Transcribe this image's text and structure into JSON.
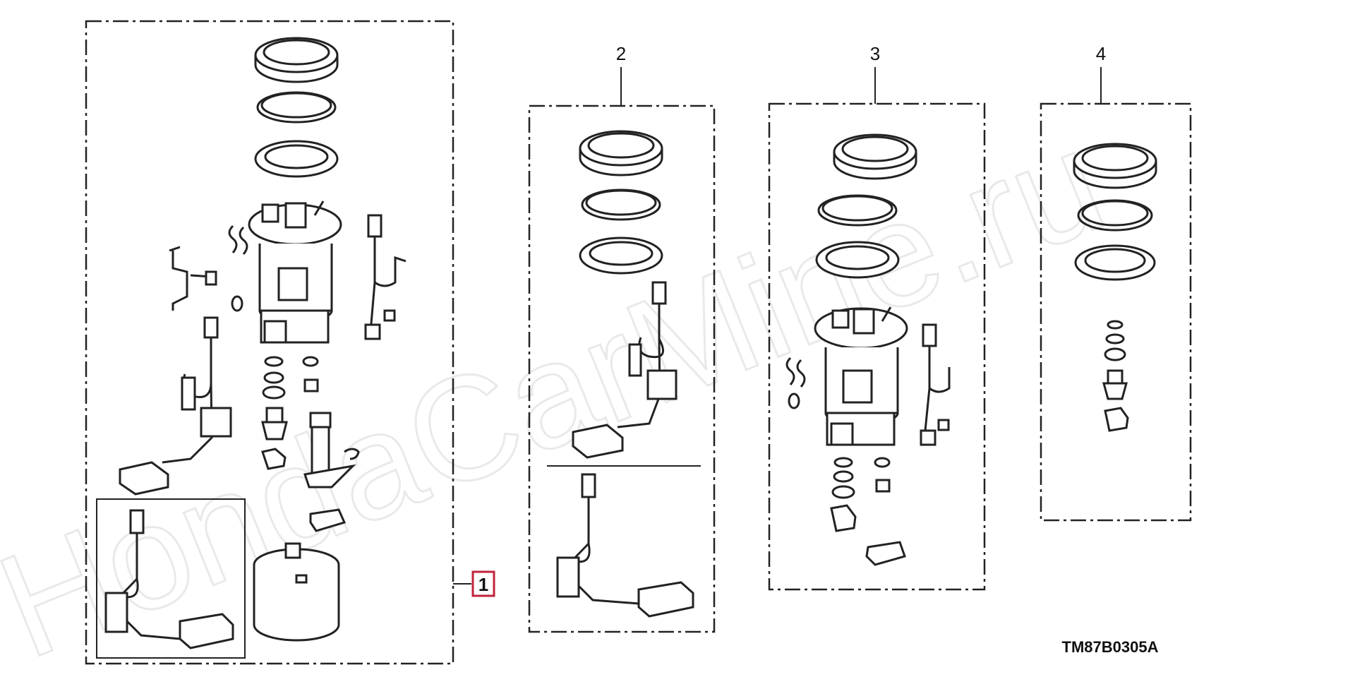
{
  "watermark": "HondaCarMine.ru",
  "diagram_code": "TM87B0305A",
  "callouts": {
    "assembly_1": "1",
    "assembly_2": "2",
    "assembly_3": "3",
    "assembly_4": "4"
  },
  "colors": {
    "line": "#222222",
    "highlight_border": "#c0233a",
    "watermark": "#e9e9e9"
  }
}
